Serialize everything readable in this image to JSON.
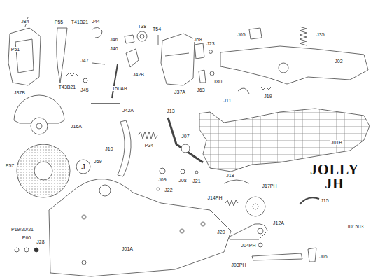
{
  "diagram": {
    "title": "JOLLY JH",
    "labels": [
      "J84",
      "P51",
      "P55",
      "T41B21",
      "J44",
      "T38",
      "T54",
      "J58",
      "J05",
      "J35",
      "J46",
      "J40",
      "J37B",
      "J47",
      "T43B21",
      "J45",
      "J42B",
      "T50AB",
      "J42A",
      "J37A",
      "J23",
      "T80",
      "J11",
      "J19",
      "J02",
      "J63",
      "J16A",
      "J13",
      "J07",
      "P34",
      "J10",
      "J59",
      "J",
      "J01B",
      "P57",
      "J09",
      "J08",
      "J21",
      "J22",
      "J18",
      "J14PH",
      "J17PH",
      "J15",
      "J20",
      "J12A",
      "J04PH",
      "J03PH",
      "J06",
      "J01A",
      "P19/20/21",
      "P60",
      "J28",
      "ID: 503"
    ]
  }
}
